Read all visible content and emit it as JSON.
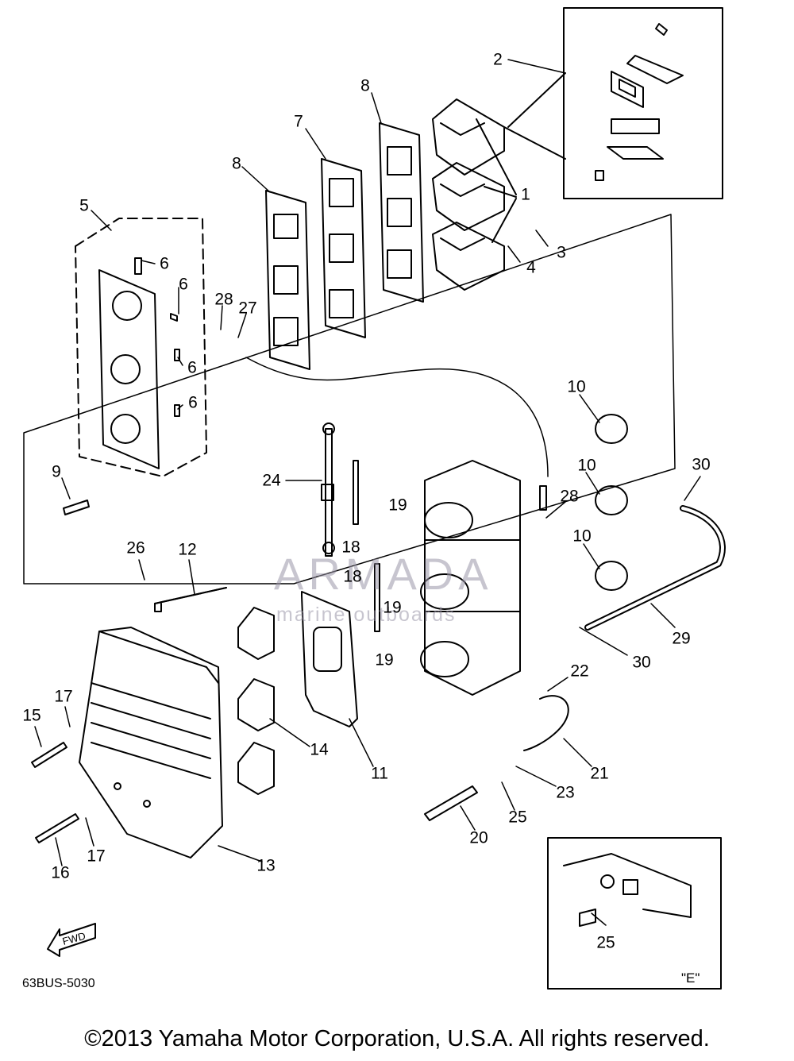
{
  "callouts": [
    {
      "text": "1"
    },
    {
      "text": "2"
    },
    {
      "text": "3"
    },
    {
      "text": "4"
    },
    {
      "text": "5"
    },
    {
      "text": "6"
    },
    {
      "text": "6"
    },
    {
      "text": "6"
    },
    {
      "text": "6"
    },
    {
      "text": "7"
    },
    {
      "text": "8"
    },
    {
      "text": "8"
    },
    {
      "text": "9"
    },
    {
      "text": "10"
    },
    {
      "text": "10"
    },
    {
      "text": "10"
    },
    {
      "text": "11"
    },
    {
      "text": "12"
    },
    {
      "text": "13"
    },
    {
      "text": "14"
    },
    {
      "text": "15"
    },
    {
      "text": "16"
    },
    {
      "text": "17"
    },
    {
      "text": "17"
    },
    {
      "text": "18"
    },
    {
      "text": "18"
    },
    {
      "text": "19"
    },
    {
      "text": "19"
    },
    {
      "text": "19"
    },
    {
      "text": "20"
    },
    {
      "text": "21"
    },
    {
      "text": "22"
    },
    {
      "text": "23"
    },
    {
      "text": "24"
    },
    {
      "text": "25"
    },
    {
      "text": "25"
    },
    {
      "text": "26"
    },
    {
      "text": "27"
    },
    {
      "text": "28"
    },
    {
      "text": "28"
    },
    {
      "text": "29"
    },
    {
      "text": "30"
    },
    {
      "text": "30"
    }
  ],
  "fwd_arrow_label": "FWD",
  "detail_label": "\"E\"",
  "diagram_code": "63BUS-5030",
  "watermark": {
    "title": "ARMADA",
    "subtitle": "marine outboards"
  },
  "copyright": "©2013 Yamaha Motor Corporation, U.S.A. All rights reserved."
}
